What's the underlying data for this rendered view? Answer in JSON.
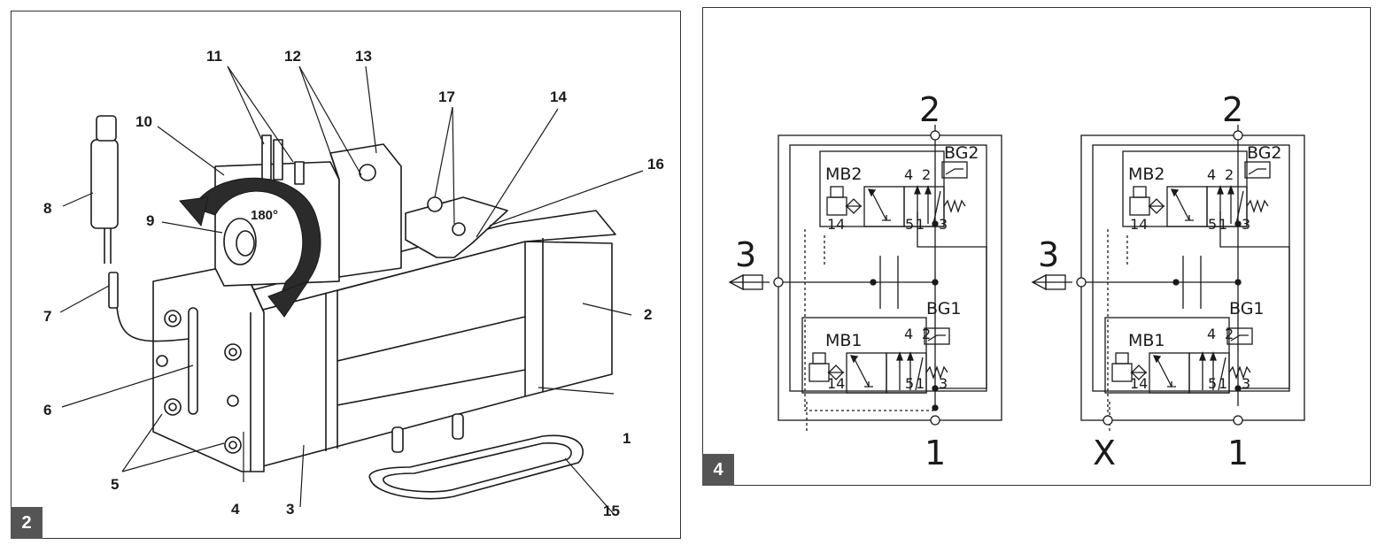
{
  "figure_left": {
    "badge": "2",
    "rotation_label": "180°",
    "callouts": [
      "1",
      "2",
      "3",
      "4",
      "5",
      "6",
      "7",
      "8",
      "9",
      "10",
      "11",
      "12",
      "13",
      "14",
      "15",
      "16",
      "17"
    ]
  },
  "figure_right": {
    "badge": "4",
    "circuits": [
      {
        "top_port": "2",
        "left_port": "3",
        "bottom_ports": [
          "1"
        ],
        "valves": [
          {
            "solenoid": "MB2",
            "sensor": "BG2",
            "ports": [
              "4",
              "2",
              "14",
              "5",
              "1",
              "3"
            ]
          },
          {
            "solenoid": "MB1",
            "sensor": "BG1",
            "ports": [
              "4",
              "2",
              "14",
              "5",
              "1",
              "3"
            ]
          }
        ]
      },
      {
        "top_port": "2",
        "left_port": "3",
        "bottom_ports": [
          "X",
          "1"
        ],
        "valves": [
          {
            "solenoid": "MB2",
            "sensor": "BG2",
            "ports": [
              "4",
              "2",
              "14",
              "5",
              "1",
              "3"
            ]
          },
          {
            "solenoid": "MB1",
            "sensor": "BG1",
            "ports": [
              "4",
              "2",
              "14",
              "5",
              "1",
              "3"
            ]
          }
        ]
      }
    ]
  }
}
